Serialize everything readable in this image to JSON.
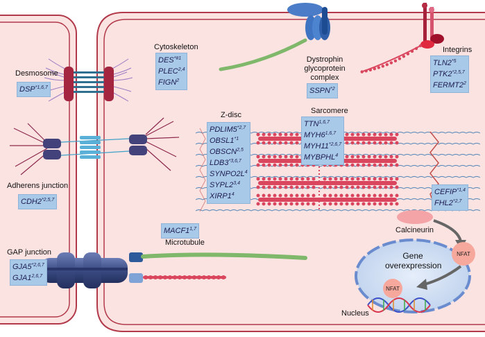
{
  "labels": {
    "cytoskeleton": "Cytoskeleton",
    "dystrophin_line1": "Dystrophin",
    "dystrophin_line2": "glycoprotein",
    "dystrophin_line3": "complex",
    "integrins": "Integrins",
    "desmosome": "Desmosome",
    "z_disc": "Z-disc",
    "sarcomere": "Sarcomere",
    "adherens_junction": "Adherens junction",
    "calcineurin": "Calcineurin",
    "gap_junction": "GAP junction",
    "microtubule": "Microtubule",
    "gene_line1": "Gene",
    "gene_line2": "overexpression",
    "nfat_outer": "NFAT",
    "nfat_inner": "NFAT",
    "nucleus": "Nucleus"
  },
  "gene_groups": {
    "desmosome": [
      {
        "name": "DSP",
        "sup": "*1,6,7"
      }
    ],
    "cytoskeleton": [
      {
        "name": "DES",
        "sup": "*#1"
      },
      {
        "name": "PLEC",
        "sup": "2,4"
      },
      {
        "name": "FIGN",
        "sup": "2"
      }
    ],
    "dystrophin": [
      {
        "name": "SSPN",
        "sup": "*2"
      }
    ],
    "integrins": [
      {
        "name": "TLN2",
        "sup": "*5"
      },
      {
        "name": "PTK2",
        "sup": "*2,5,7"
      },
      {
        "name": "FERMT2",
        "sup": "2"
      }
    ],
    "z_disc": [
      {
        "name": "PDLIM5",
        "sup": "*2,7"
      },
      {
        "name": "OBSL1",
        "sup": "*1"
      },
      {
        "name": "OBSCN",
        "sup": "2,5"
      },
      {
        "name": "LDB3",
        "sup": "*3,6,7"
      },
      {
        "name": "SYNPO2L",
        "sup": "4"
      },
      {
        "name": "SYPL2",
        "sup": "3,4"
      },
      {
        "name": "XIRP1",
        "sup": "4"
      }
    ],
    "sarcomere": [
      {
        "name": "TTN",
        "sup": "1,6,7"
      },
      {
        "name": "MYH6",
        "sup": "1,6,7"
      },
      {
        "name": "MYH11",
        "sup": "*2,6,7"
      },
      {
        "name": "MYBPHL",
        "sup": "4"
      }
    ],
    "adherens": [
      {
        "name": "CDH2",
        "sup": "*2,5,7"
      }
    ],
    "calcineurin": [
      {
        "name": "CEFIP",
        "sup": "*1,4"
      },
      {
        "name": "FHL2",
        "sup": "*2,7"
      }
    ],
    "microtubule": [
      {
        "name": "MACF1",
        "sup": "1,7"
      }
    ],
    "gap": [
      {
        "name": "GJA5",
        "sup": "*2,6,7"
      },
      {
        "name": "GJA1",
        "sup": "2,6,7"
      }
    ]
  },
  "colors": {
    "cell_fill": "#fbe3e2",
    "membrane": "#b23a4a",
    "gene_box": "#a9c9e8",
    "filament_red": "#d9465e",
    "actin_blue": "#4d84b8",
    "microtubule_green": "#7fb86a",
    "nucleus_fill": "#d4e2f4",
    "nfat_fill": "#f7a89c",
    "gap_protein": "#3e4f86"
  }
}
